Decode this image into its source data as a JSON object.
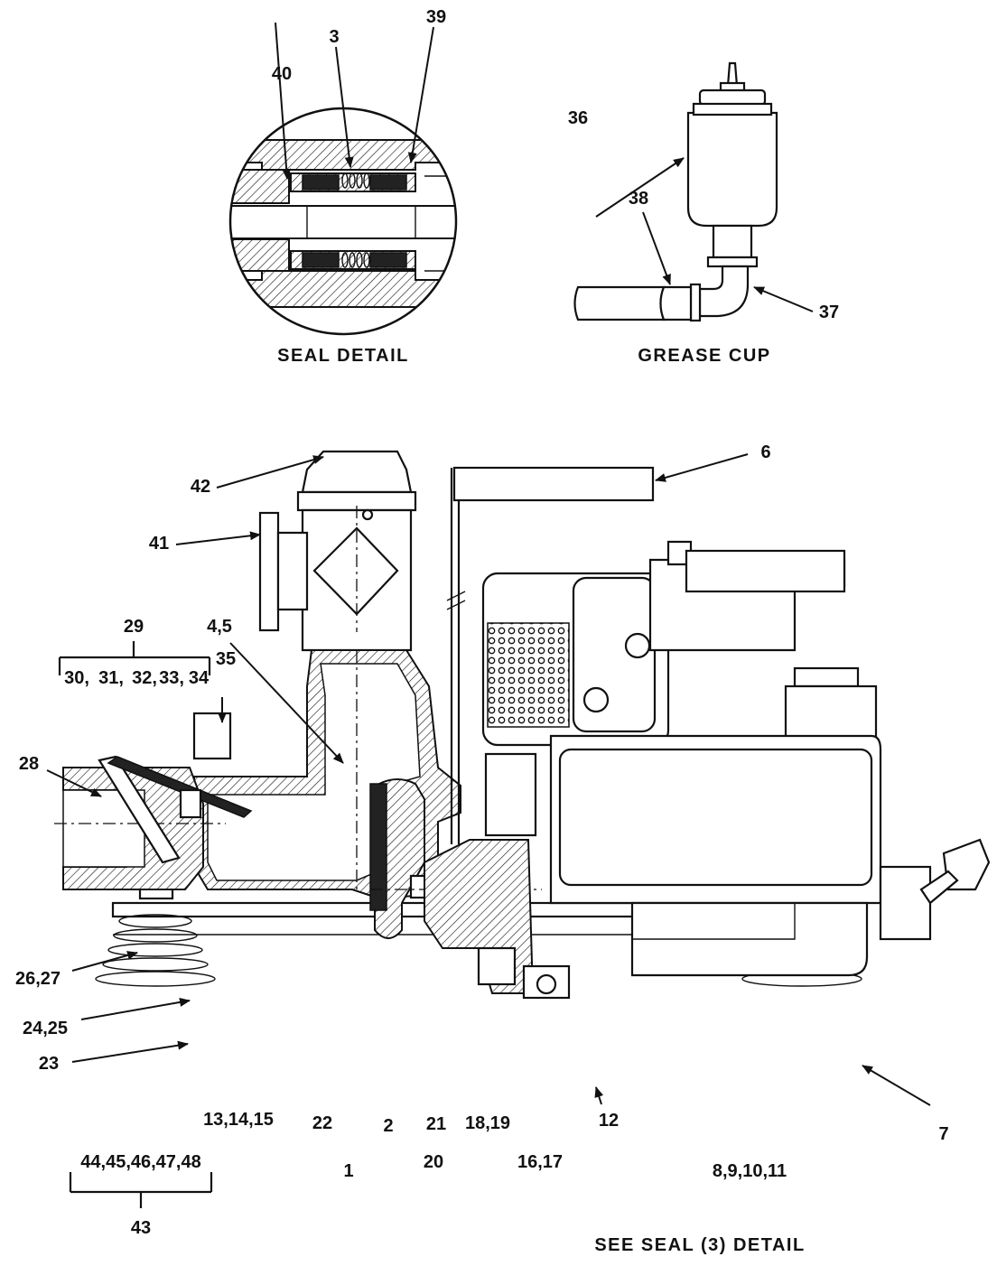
{
  "captions": {
    "seal_detail": "SEAL DETAIL",
    "grease_cup": "GREASE CUP",
    "see_seal_detail": "SEE SEAL (3) DETAIL"
  },
  "callouts": {
    "c1": "1",
    "c2": "2",
    "c3": "3",
    "c4_5": "4,5",
    "c6": "6",
    "c7": "7",
    "c8_11": "8,9,10,11",
    "c12": "12",
    "c13_15": "13,14,15",
    "c16_17": "16,17",
    "c18_19": "18,19",
    "c20": "20",
    "c21": "21",
    "c22": "22",
    "c23": "23",
    "c24_25": "24,25",
    "c26_27": "26,27",
    "c28": "28",
    "c29": "29",
    "c30": "30,",
    "c31": "31,",
    "c32": "32,",
    "c33": "33,",
    "c34": "34",
    "c35": "35",
    "c36": "36",
    "c37": "37",
    "c38": "38",
    "c39": "39",
    "c40": "40",
    "c41": "41",
    "c42": "42",
    "c43": "43",
    "c44_48": "44,45,46,47,48"
  }
}
